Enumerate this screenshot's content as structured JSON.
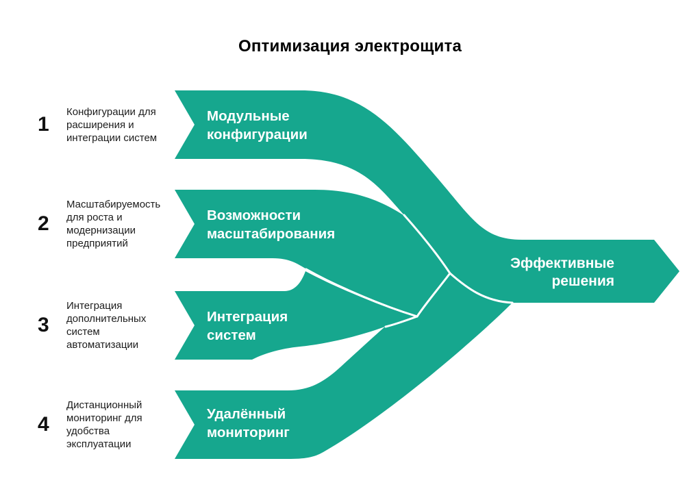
{
  "title": "Оптимизация электрощита",
  "colors": {
    "ribbon": "#16A78E",
    "band_label_text": "#ffffff",
    "description_text": "#1c1c1c",
    "separator_line": "#ffffff"
  },
  "rows": [
    {
      "number": "1",
      "description": "Конфигурации для\nрасширения и\nинтеграции систем",
      "band_label": "Модульные\nконфигурации"
    },
    {
      "number": "2",
      "description": "Масштабируемость\nдля роста и\nмодернизации\nпредприятий",
      "band_label": "Возможности\nмасштабирования"
    },
    {
      "number": "3",
      "description": "Интеграция\nдополнительных\nсистем\nавтоматизации",
      "band_label": "Интеграция\nсистем"
    },
    {
      "number": "4",
      "description": "Дистанционный\nмониторинг для\nудобства\nэксплуатации",
      "band_label": "Удалённый\nмониторинг"
    }
  ],
  "result": {
    "label": "Эффективные\nрешения"
  }
}
